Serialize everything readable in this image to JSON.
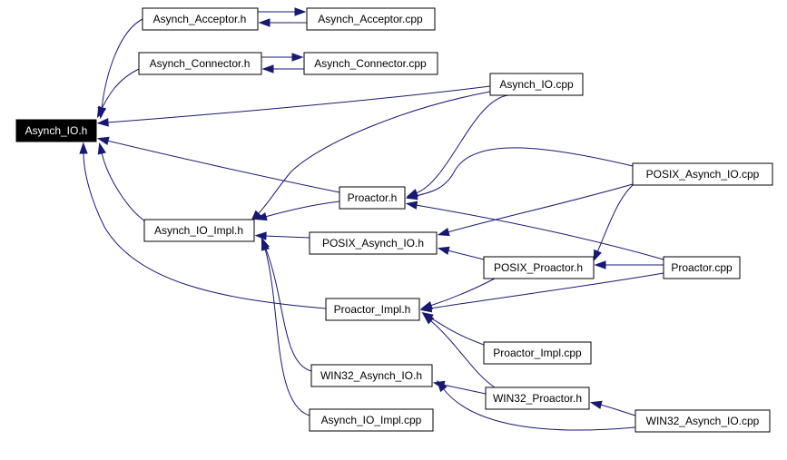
{
  "diagram": {
    "colors": {
      "edge": "#191970",
      "root_fill": "#000000",
      "root_text": "#ffffff",
      "box_fill": "#ffffff",
      "box_stroke": "#000000"
    },
    "nodes": [
      {
        "id": "asynch_io_h",
        "label": "Asynch_IO.h",
        "root": true
      },
      {
        "id": "asynch_acceptor_h",
        "label": "Asynch_Acceptor.h"
      },
      {
        "id": "asynch_acceptor_cpp",
        "label": "Asynch_Acceptor.cpp"
      },
      {
        "id": "asynch_connector_h",
        "label": "Asynch_Connector.h"
      },
      {
        "id": "asynch_connector_cpp",
        "label": "Asynch_Connector.cpp"
      },
      {
        "id": "asynch_io_cpp",
        "label": "Asynch_IO.cpp"
      },
      {
        "id": "proactor_h",
        "label": "Proactor.h"
      },
      {
        "id": "posix_asynch_io_cpp",
        "label": "POSIX_Asynch_IO.cpp"
      },
      {
        "id": "asynch_io_impl_h",
        "label": "Asynch_IO_Impl.h"
      },
      {
        "id": "posix_asynch_io_h",
        "label": "POSIX_Asynch_IO.h"
      },
      {
        "id": "posix_proactor_h",
        "label": "POSIX_Proactor.h"
      },
      {
        "id": "proactor_cpp",
        "label": "Proactor.cpp"
      },
      {
        "id": "proactor_impl_h",
        "label": "Proactor_Impl.h"
      },
      {
        "id": "proactor_impl_cpp",
        "label": "Proactor_Impl.cpp"
      },
      {
        "id": "win32_asynch_io_h",
        "label": "WIN32_Asynch_IO.h"
      },
      {
        "id": "win32_proactor_h",
        "label": "WIN32_Proactor.h"
      },
      {
        "id": "asynch_io_impl_cpp",
        "label": "Asynch_IO_Impl.cpp"
      },
      {
        "id": "win32_asynch_io_cpp",
        "label": "WIN32_Asynch_IO.cpp"
      }
    ],
    "edges": [
      {
        "from": "asynch_acceptor_h",
        "to": "asynch_io_h"
      },
      {
        "from": "asynch_connector_h",
        "to": "asynch_io_h"
      },
      {
        "from": "asynch_io_cpp",
        "to": "asynch_io_h"
      },
      {
        "from": "proactor_h",
        "to": "asynch_io_h"
      },
      {
        "from": "asynch_io_impl_h",
        "to": "asynch_io_h"
      },
      {
        "from": "proactor_impl_h",
        "to": "asynch_io_h"
      },
      {
        "from": "asynch_acceptor_cpp",
        "to": "asynch_acceptor_h"
      },
      {
        "from": "asynch_acceptor_h",
        "to": "asynch_acceptor_cpp"
      },
      {
        "from": "asynch_connector_cpp",
        "to": "asynch_connector_h"
      },
      {
        "from": "asynch_connector_h",
        "to": "asynch_connector_cpp"
      },
      {
        "from": "asynch_io_cpp",
        "to": "proactor_h"
      },
      {
        "from": "posix_asynch_io_cpp",
        "to": "proactor_h"
      },
      {
        "from": "asynch_io_cpp",
        "to": "asynch_io_impl_h"
      },
      {
        "from": "proactor_h",
        "to": "asynch_io_impl_h"
      },
      {
        "from": "posix_asynch_io_h",
        "to": "asynch_io_impl_h"
      },
      {
        "from": "win32_asynch_io_h",
        "to": "asynch_io_impl_h"
      },
      {
        "from": "asynch_io_impl_cpp",
        "to": "asynch_io_impl_h"
      },
      {
        "from": "posix_asynch_io_cpp",
        "to": "posix_asynch_io_h"
      },
      {
        "from": "posix_proactor_h",
        "to": "posix_asynch_io_h"
      },
      {
        "from": "posix_asynch_io_cpp",
        "to": "posix_proactor_h"
      },
      {
        "from": "proactor_cpp",
        "to": "posix_proactor_h"
      },
      {
        "from": "proactor_cpp",
        "to": "proactor_h"
      },
      {
        "from": "posix_proactor_h",
        "to": "proactor_impl_h"
      },
      {
        "from": "proactor_cpp",
        "to": "proactor_impl_h"
      },
      {
        "from": "proactor_impl_cpp",
        "to": "proactor_impl_h"
      },
      {
        "from": "win32_proactor_h",
        "to": "proactor_impl_h"
      },
      {
        "from": "win32_proactor_h",
        "to": "win32_asynch_io_h"
      },
      {
        "from": "win32_asynch_io_cpp",
        "to": "win32_asynch_io_h"
      },
      {
        "from": "win32_asynch_io_cpp",
        "to": "win32_proactor_h"
      }
    ]
  }
}
